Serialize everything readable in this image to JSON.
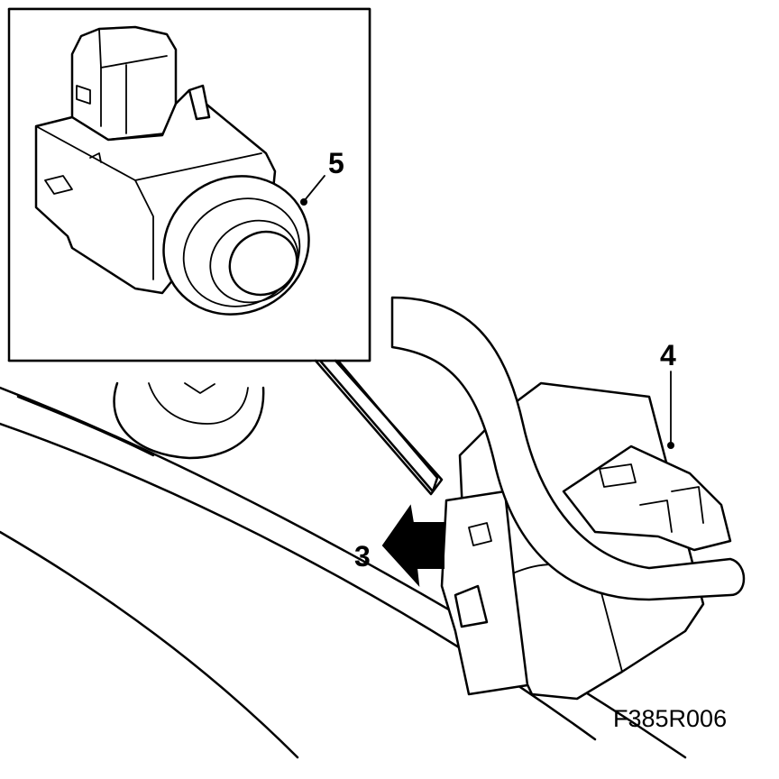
{
  "callouts": {
    "label_3": "3",
    "label_4": "4",
    "label_5": "5"
  },
  "figure_code": "F385R006"
}
